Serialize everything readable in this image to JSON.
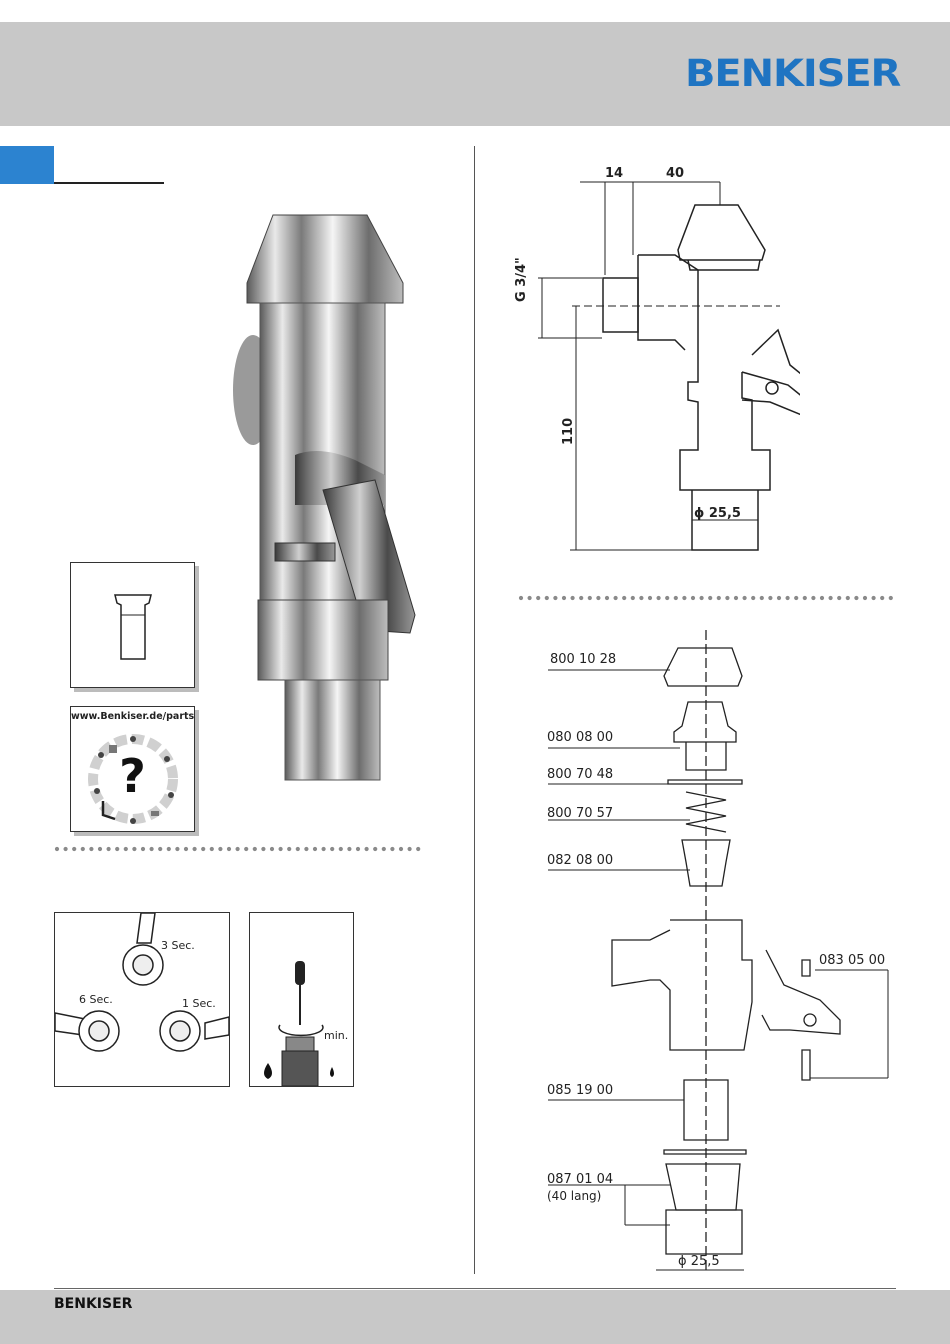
{
  "header": {
    "brand": "BENKISER"
  },
  "footer": {
    "brand": "BENKISER"
  },
  "parts_box": {
    "url": "www.Benkiser.de/parts",
    "symbol": "?"
  },
  "timing": {
    "t3": "3 Sec.",
    "t6": "6 Sec.",
    "t1": "1 Sec."
  },
  "flow": {
    "min": "min."
  },
  "dimensions": {
    "d14": "14",
    "d40": "40",
    "thread": "G 3/4\"",
    "h110": "110",
    "dia": "ϕ 25,5"
  },
  "parts": [
    {
      "number": "800 10 28"
    },
    {
      "number": "080 08 00"
    },
    {
      "number": "800 70 48"
    },
    {
      "number": "800 70 57"
    },
    {
      "number": "082 08 00"
    },
    {
      "number": "083 05 00"
    },
    {
      "number": "085 19 00"
    },
    {
      "number": "087 01 04"
    }
  ],
  "part_note": "(40 lang)",
  "bottom_dia": "ϕ 25,5",
  "colors": {
    "brand_blue": "#1f74c2",
    "band_gray": "#c8c8c8",
    "tab_blue": "#2c83d0"
  }
}
